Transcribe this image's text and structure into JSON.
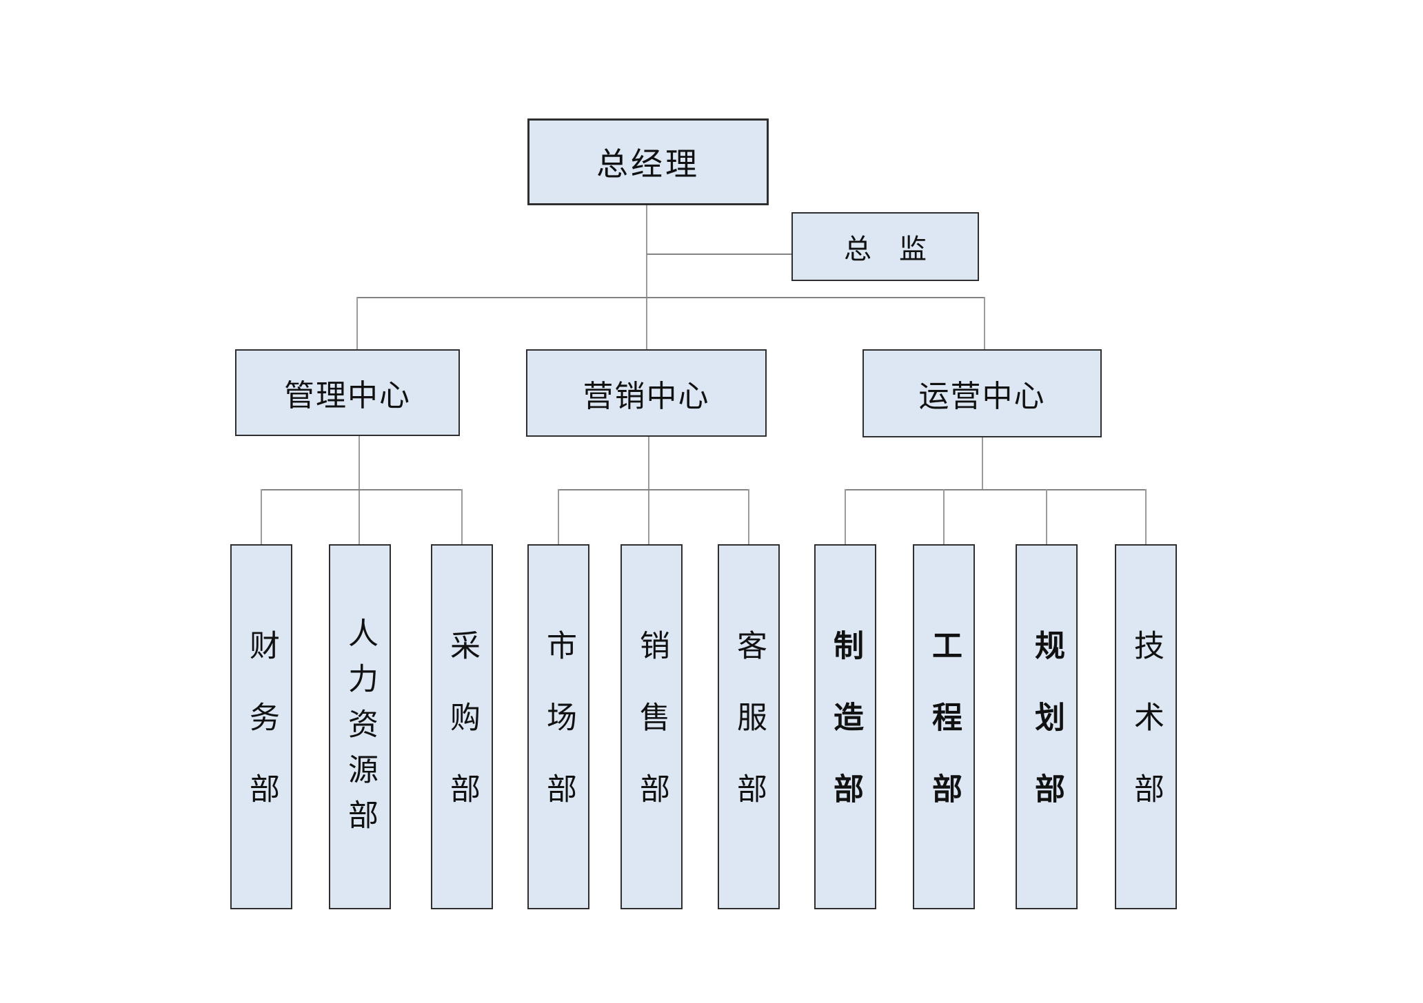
{
  "palette": {
    "page_bg": "#ffffff",
    "node_fill": "#dde7f3",
    "node_border": "#2e2e2e",
    "connector_vertical": "#9b9b9b",
    "connector_horizontal": "#828282",
    "text_color": "#111111"
  },
  "org": {
    "root": {
      "label": "总经理"
    },
    "staff": {
      "label": "总　监"
    },
    "centers": [
      {
        "label": "管理中心",
        "departments": [
          {
            "label": "财务部"
          },
          {
            "label": "人力资源部"
          },
          {
            "label": "采购部"
          }
        ]
      },
      {
        "label": "营销中心",
        "departments": [
          {
            "label": "市场部"
          },
          {
            "label": "销售部"
          },
          {
            "label": "客服部"
          }
        ]
      },
      {
        "label": "运营中心",
        "departments": [
          {
            "label": "制造部"
          },
          {
            "label": "工程部"
          },
          {
            "label": "规划部"
          },
          {
            "label": "技术部"
          }
        ]
      }
    ]
  }
}
